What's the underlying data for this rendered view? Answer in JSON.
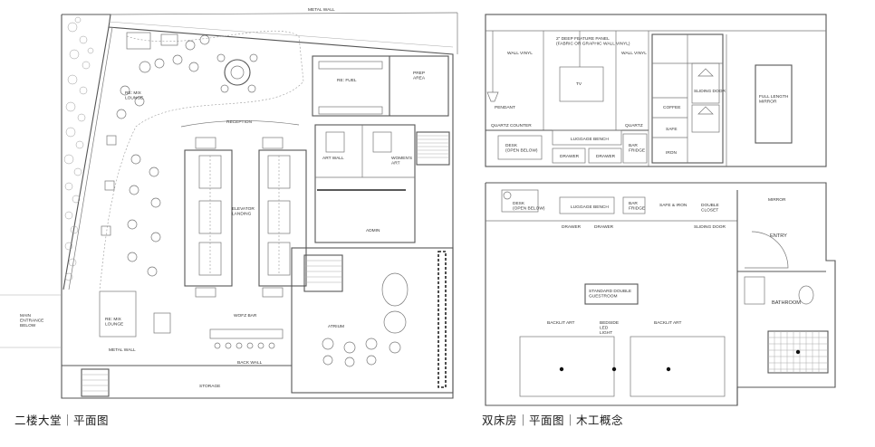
{
  "left_plan": {
    "caption": "二楼大堂｜平面图",
    "labels": {
      "metal_wall_top": "METAL WALL",
      "re_mix_lounge_top": "RE: MIX\nLOUNGE",
      "re_fuel": "RE: FUEL",
      "prep_area": "PREP\nAREA",
      "reception": "RECEPTION",
      "elevator_landing": "ELEVATOR\nLANDING",
      "admin": "ADMIN",
      "re_mix_lounge_bottom": "RE: MIX\nLOUNGE",
      "wofz_bar": "WOFZ BAR",
      "atrium": "ATRIUM",
      "storage": "STORAGE",
      "main_entrance": "MAIN\nENTRANCE\nBELOW",
      "metal_wall_bottom": "METAL WALL",
      "back_wall": "BACK WALL",
      "art_wall": "ART WALL",
      "women_art": "WOMEN'S\nART"
    }
  },
  "right_plan": {
    "caption": "双床房｜平面图｜木工概念",
    "elevation_labels": {
      "wall_vinyl_left": "WALL VINYL",
      "feature_panel": "2\" DEEP FEATURE PANEL\n(FABRIC OR GRAPHIC WALL VINYL)",
      "wall_vinyl_right": "WALL VINYL",
      "tv": "TV",
      "pendant": "PENDANT",
      "quartz_counter": "QUARTZ COUNTER",
      "quartz": "QUARTZ",
      "desk": "DESK\n(OPEN BELOW)",
      "luggage_bench": "LUGGAGE BENCH",
      "bar_fridge": "BAR\nFRIDGE",
      "drawer_1": "DRAWER",
      "drawer_2": "DRAWER",
      "coffee": "COFFEE",
      "safe": "SAFE",
      "iron": "IRON",
      "sliding_door": "SLIDING DOOR",
      "full_length_mirror": "FULL LENGTH\nMIRROR"
    },
    "plan_labels": {
      "desk": "DESK\n(OPEN BELOW)",
      "luggage_bench": "LUGGAGE BENCH",
      "bar_fridge": "BAR\nFRIDGE",
      "safe_iron": "SAFE & IRON",
      "double_closet": "DOUBLE\nCLOSET",
      "drawer_1": "DRAWER",
      "drawer_2": "DRAWER",
      "sliding_door": "SLIDING DOOR",
      "mirror": "MIRROR",
      "entry": "ENTRY",
      "room_name": "STANDARD DOUBLE\nGUESTROOM",
      "bathroom": "BATHROOM",
      "backlit_left": "BACKLIT ART",
      "bedside_led": "BEDSIDE\nLED\nLIGHT",
      "backlit_right": "BACKLIT ART"
    }
  }
}
